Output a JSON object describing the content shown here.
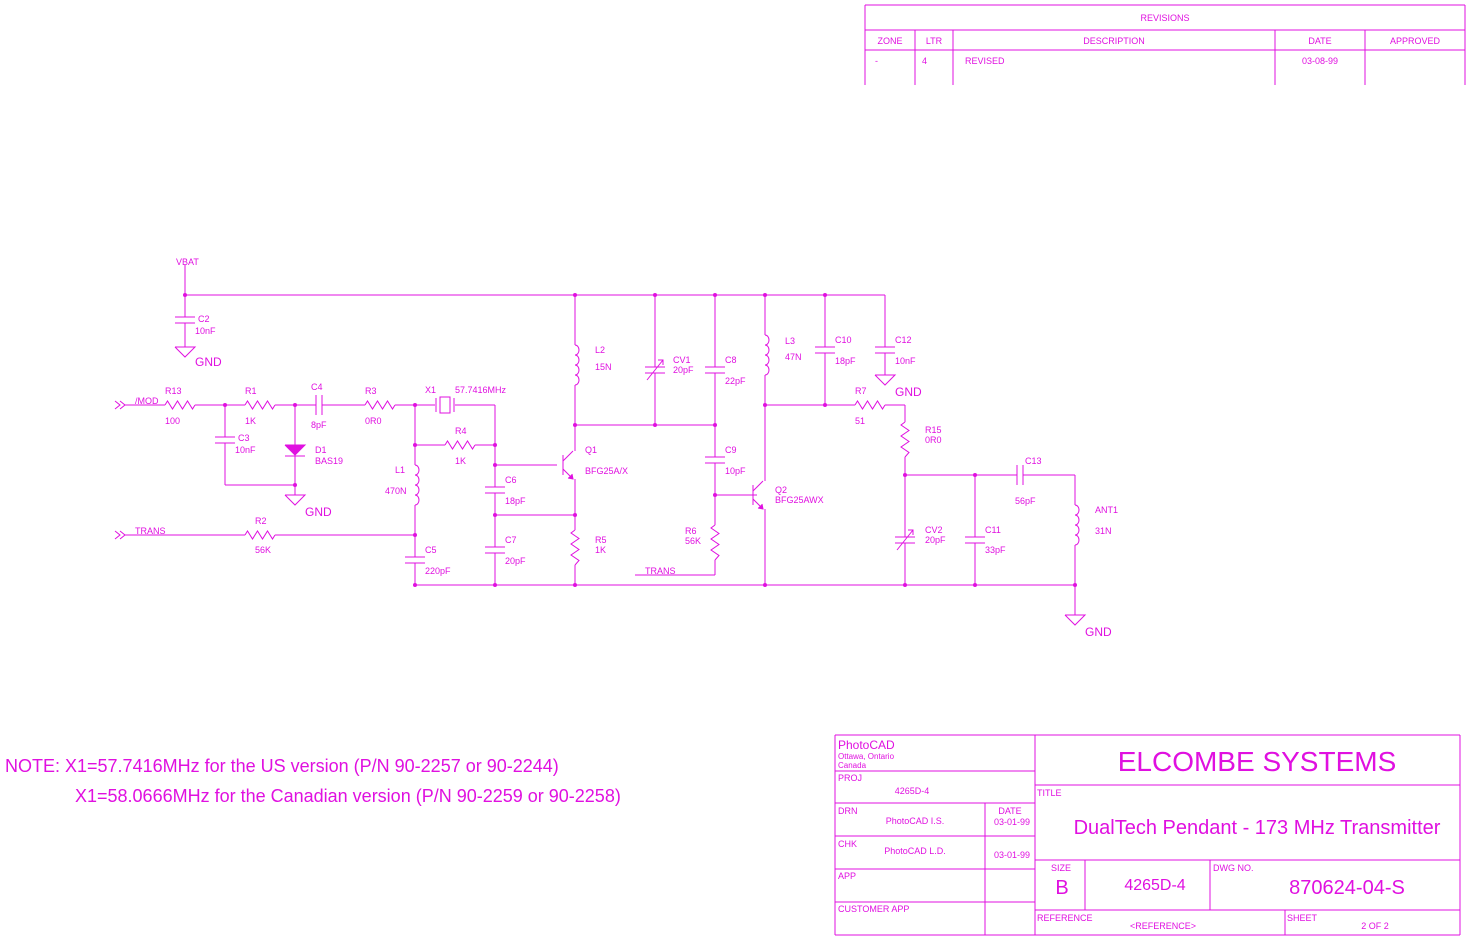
{
  "color": "#e010e0",
  "nets": {
    "vbat": "VBAT",
    "gnd": "GND",
    "mod": "/MOD",
    "trans": "TRANS"
  },
  "components": {
    "C2": {
      "ref": "C2",
      "value": "10nF"
    },
    "R13": {
      "ref": "R13",
      "value": "100"
    },
    "R1": {
      "ref": "R1",
      "value": "1K"
    },
    "C4": {
      "ref": "C4",
      "value": "8pF"
    },
    "R3": {
      "ref": "R3",
      "value": "0R0"
    },
    "X1": {
      "ref": "X1",
      "value": "57.7416MHz"
    },
    "C3": {
      "ref": "C3",
      "value": "10nF"
    },
    "D1": {
      "ref": "D1",
      "value": "BAS19"
    },
    "R4": {
      "ref": "R4",
      "value": "1K"
    },
    "L1": {
      "ref": "L1",
      "value": "470N"
    },
    "R2": {
      "ref": "R2",
      "value": "56K"
    },
    "C5": {
      "ref": "C5",
      "value": "220pF"
    },
    "C6": {
      "ref": "C6",
      "value": "18pF"
    },
    "C7": {
      "ref": "C7",
      "value": "20pF"
    },
    "Q1": {
      "ref": "Q1",
      "value": "BFG25A/X"
    },
    "L2": {
      "ref": "L2",
      "value": "15N"
    },
    "R5": {
      "ref": "R5",
      "value": "1K"
    },
    "CV1": {
      "ref": "CV1",
      "value": "20pF"
    },
    "C8": {
      "ref": "C8",
      "value": "22pF"
    },
    "C9": {
      "ref": "C9",
      "value": "10pF"
    },
    "R6": {
      "ref": "R6",
      "value": "56K"
    },
    "Q2": {
      "ref": "Q2",
      "value": "BFG25AWX"
    },
    "L3": {
      "ref": "L3",
      "value": "47N"
    },
    "C10": {
      "ref": "C10",
      "value": "18pF"
    },
    "C12": {
      "ref": "C12",
      "value": "10nF"
    },
    "R7": {
      "ref": "R7",
      "value": "51"
    },
    "R15": {
      "ref": "R15",
      "value": "0R0"
    },
    "C13": {
      "ref": "C13",
      "value": "56pF"
    },
    "CV2": {
      "ref": "CV2",
      "value": "20pF"
    },
    "C11": {
      "ref": "C11",
      "value": "33pF"
    },
    "ANT1": {
      "ref": "ANT1",
      "value": "31N"
    }
  },
  "revisions": {
    "title": "REVISIONS",
    "headers": [
      "ZONE",
      "LTR",
      "DESCRIPTION",
      "DATE",
      "APPROVED"
    ],
    "rows": [
      [
        "-",
        "4",
        "REVISED",
        "03-08-99",
        ""
      ]
    ]
  },
  "title_block": {
    "company_cad": "PhotoCAD",
    "city": "Ottawa, Ontario",
    "country": "Canada",
    "proj_label": "PROJ",
    "proj": "4265D-4",
    "drn_label": "DRN",
    "drn": "PhotoCAD I.S.",
    "date_label": "DATE",
    "drn_date": "03-01-99",
    "chk_label": "CHK",
    "chk": "PhotoCAD L.D.",
    "chk_date": "03-01-99",
    "app_label": "APP",
    "customer_app_label": "CUSTOMER APP",
    "company": "ELCOMBE SYSTEMS",
    "title_label": "TITLE",
    "title": "DualTech Pendant - 173 MHz Transmitter",
    "size_label": "SIZE",
    "size": "B",
    "part": "4265D-4",
    "dwg_label": "DWG NO.",
    "dwg_no": "870624-04-S",
    "reference_label": "REFERENCE",
    "reference": "<REFERENCE>",
    "sheet_label": "SHEET",
    "sheet": "2   OF   2"
  },
  "notes": {
    "line1": "NOTE:  X1=57.7416MHz for the US version (P/N 90-2257 or 90-2244)",
    "line2": "X1=58.0666MHz for the Canadian version (P/N 90-2259 or 90-2258)"
  }
}
